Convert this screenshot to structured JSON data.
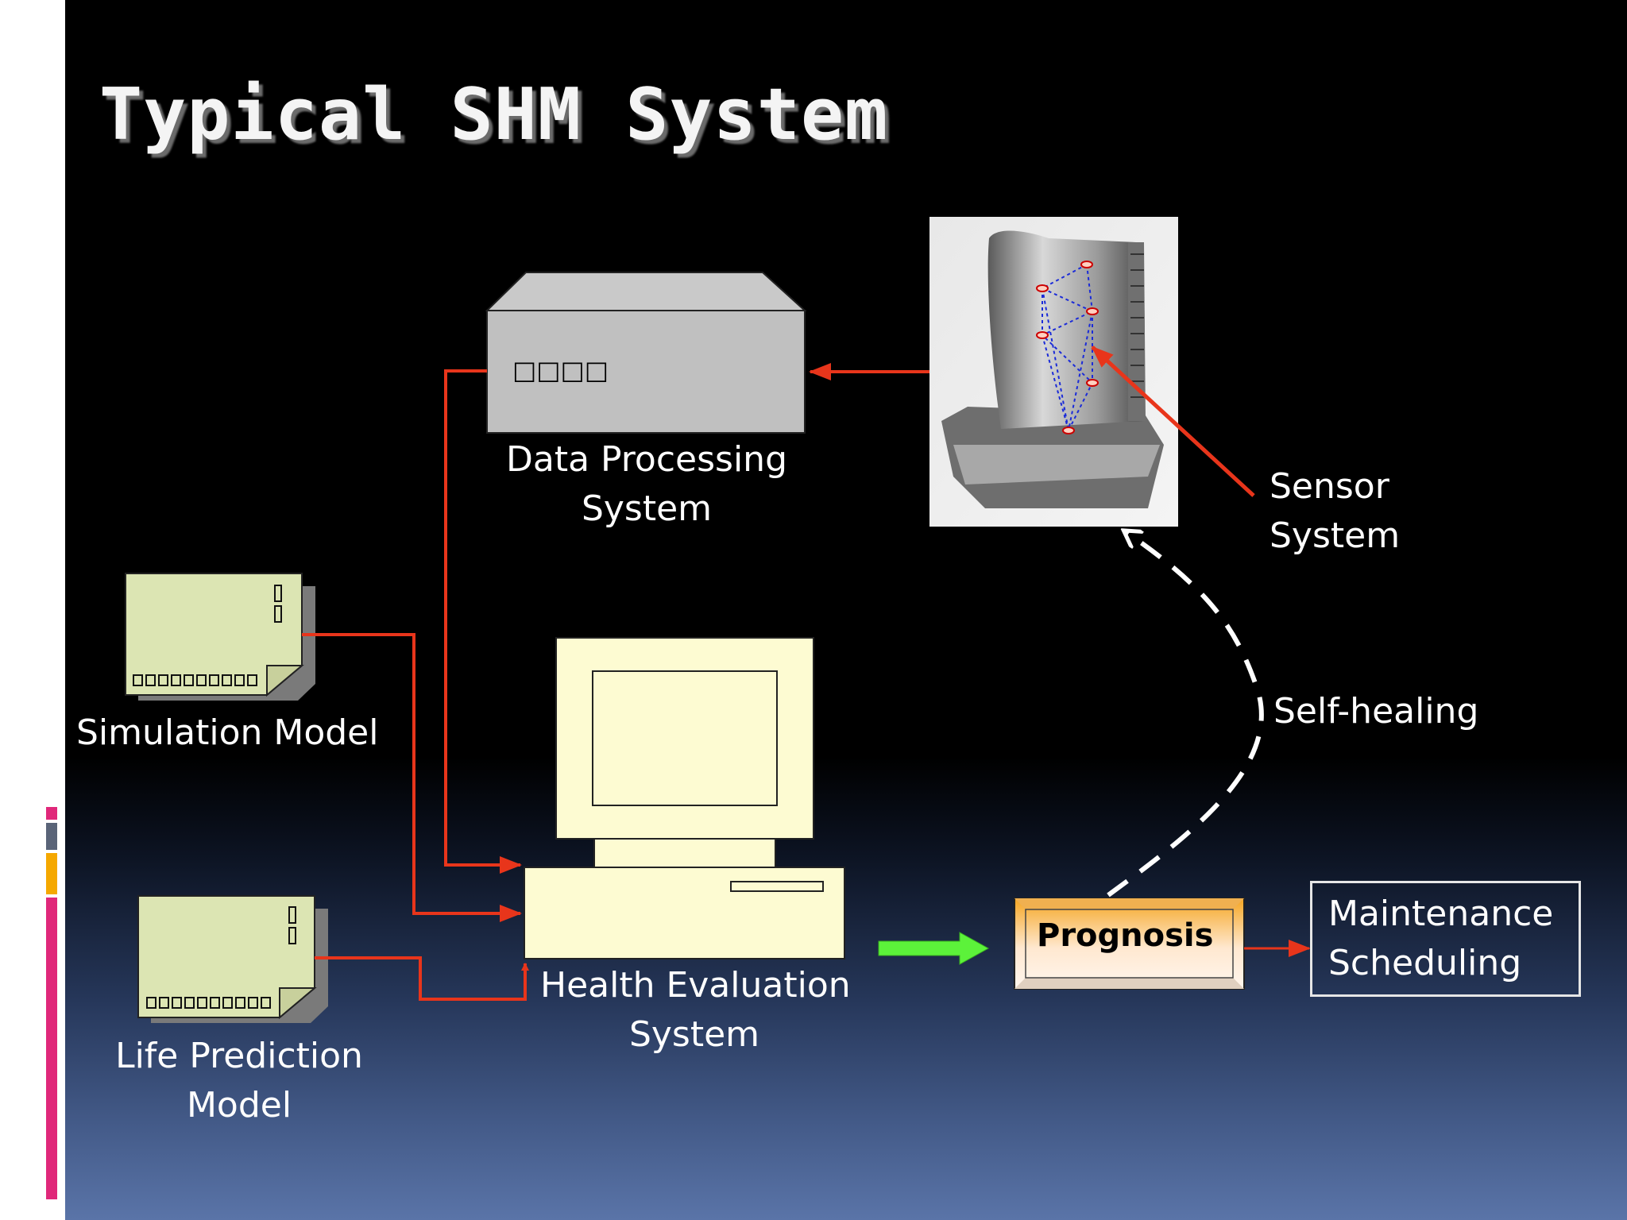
{
  "slide": {
    "title": "Typical SHM System"
  },
  "nodes": {
    "data_processing": {
      "line1": "Data Processing",
      "line2": "System",
      "panel_glyphs": "□□□□"
    },
    "sensor": {
      "line1": "Sensor",
      "line2": "System"
    },
    "simulation_model": {
      "label": "Simulation Model"
    },
    "life_prediction": {
      "line1": "Life Prediction",
      "line2": "Model"
    },
    "health_evaluation": {
      "line1": "Health Evaluation",
      "line2": "System"
    },
    "prognosis": {
      "label": "Prognosis"
    },
    "maintenance": {
      "line1": "Maintenance",
      "line2": "Scheduling"
    },
    "self_healing": {
      "label": "Self-healing"
    }
  },
  "colors": {
    "arrow_red": "#e8351b",
    "arrow_green": "#5cf23a",
    "document_fill": "#dce5b3",
    "computer_fill": "#fdfbd2",
    "server_fill": "#c0c0c0",
    "prognosis_gradient_top": "#f5a623",
    "accent_pink": "#e0287a",
    "accent_orange": "#f5a800",
    "accent_slate": "#5a6478"
  },
  "icons": [
    "server-icon",
    "turbine-blade-photo",
    "document-icon",
    "computer-icon"
  ]
}
